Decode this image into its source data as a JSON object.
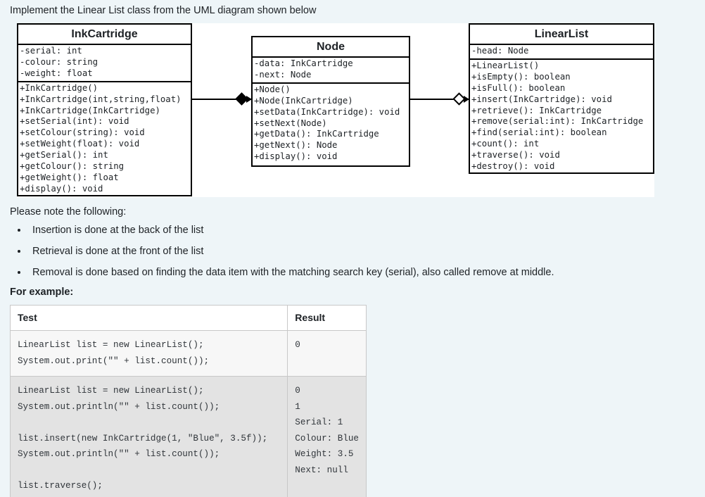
{
  "intro": "Implement the Linear List class from the UML diagram shown below",
  "uml": {
    "classes": [
      {
        "name": "InkCartridge",
        "attributes": [
          "-serial: int",
          "-colour: string",
          "-weight: float"
        ],
        "methods": [
          "+InkCartridge()",
          "+InkCartridge(int,string,float)",
          "+InkCartridge(InkCartridge)",
          "+setSerial(int): void",
          "+setColour(string): void",
          "+setWeight(float): void",
          "+getSerial(): int",
          "+getColour(): string",
          "+getWeight(): float",
          "+display(): void"
        ]
      },
      {
        "name": "Node",
        "attributes": [
          "-data: InkCartridge",
          "-next: Node"
        ],
        "methods": [
          "+Node()",
          "+Node(InkCartridge)",
          "+setData(InkCartridge): void",
          "+setNext(Node)",
          "+getData(): InkCartridge",
          "+getNext(): Node",
          "+display(): void"
        ]
      },
      {
        "name": "LinearList",
        "attributes": [
          "-head: Node"
        ],
        "methods": [
          "+LinearList()",
          "+isEmpty(): boolean",
          "+isFull(): boolean",
          "+insert(InkCartridge): void",
          "+retrieve(): InkCartridge",
          "+remove(serial:int): InkCartridge",
          "+find(serial:int): boolean",
          "+count(): int",
          "+traverse(): void",
          "+destroy(): void"
        ]
      }
    ],
    "relationships": [
      {
        "from": "InkCartridge",
        "to": "Node",
        "type": "composition-filled-diamond"
      },
      {
        "from": "Node",
        "to": "LinearList",
        "type": "aggregation-open-diamond"
      }
    ]
  },
  "notes": {
    "lead": "Please note the following:",
    "items": [
      "Insertion is done at the back of the list",
      "Retrieval is done at the front of the list",
      "Removal is done based on finding the data item with the matching search key (serial), also called remove at middle."
    ]
  },
  "for_example_label": "For example:",
  "table": {
    "headers": [
      "Test",
      "Result"
    ],
    "rows": [
      {
        "test": "LinearList list = new LinearList();\nSystem.out.print(\"\" + list.count());",
        "result": "0"
      },
      {
        "test": "LinearList list = new LinearList();\nSystem.out.println(\"\" + list.count());\n\nlist.insert(new InkCartridge(1, \"Blue\", 3.5f));\nSystem.out.println(\"\" + list.count());\n\nlist.traverse();",
        "result": "0\n1\nSerial: 1\nColour: Blue\nWeight: 3.5\nNext: null"
      }
    ]
  },
  "colors": {
    "page_background": "#eef5f8",
    "diagram_background": "#ffffff",
    "border": "#000000",
    "table_border": "#c8c8c8",
    "row_odd": "#f7f7f7",
    "row_even": "#e3e3e3",
    "text": "#1d2125"
  }
}
